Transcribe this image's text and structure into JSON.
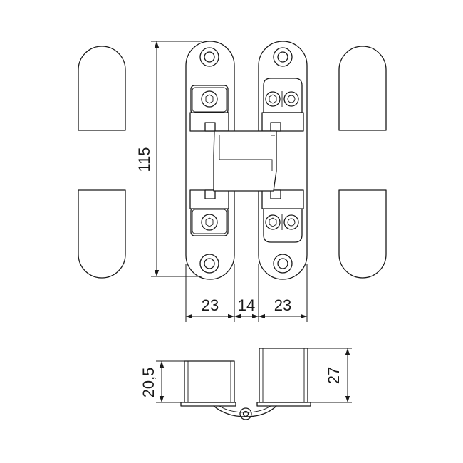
{
  "dimensions": {
    "height": "115",
    "plate_width_left": "23",
    "gap": "14",
    "plate_width_right": "23",
    "body_depth_left": "20,5",
    "body_depth_right": "27"
  }
}
